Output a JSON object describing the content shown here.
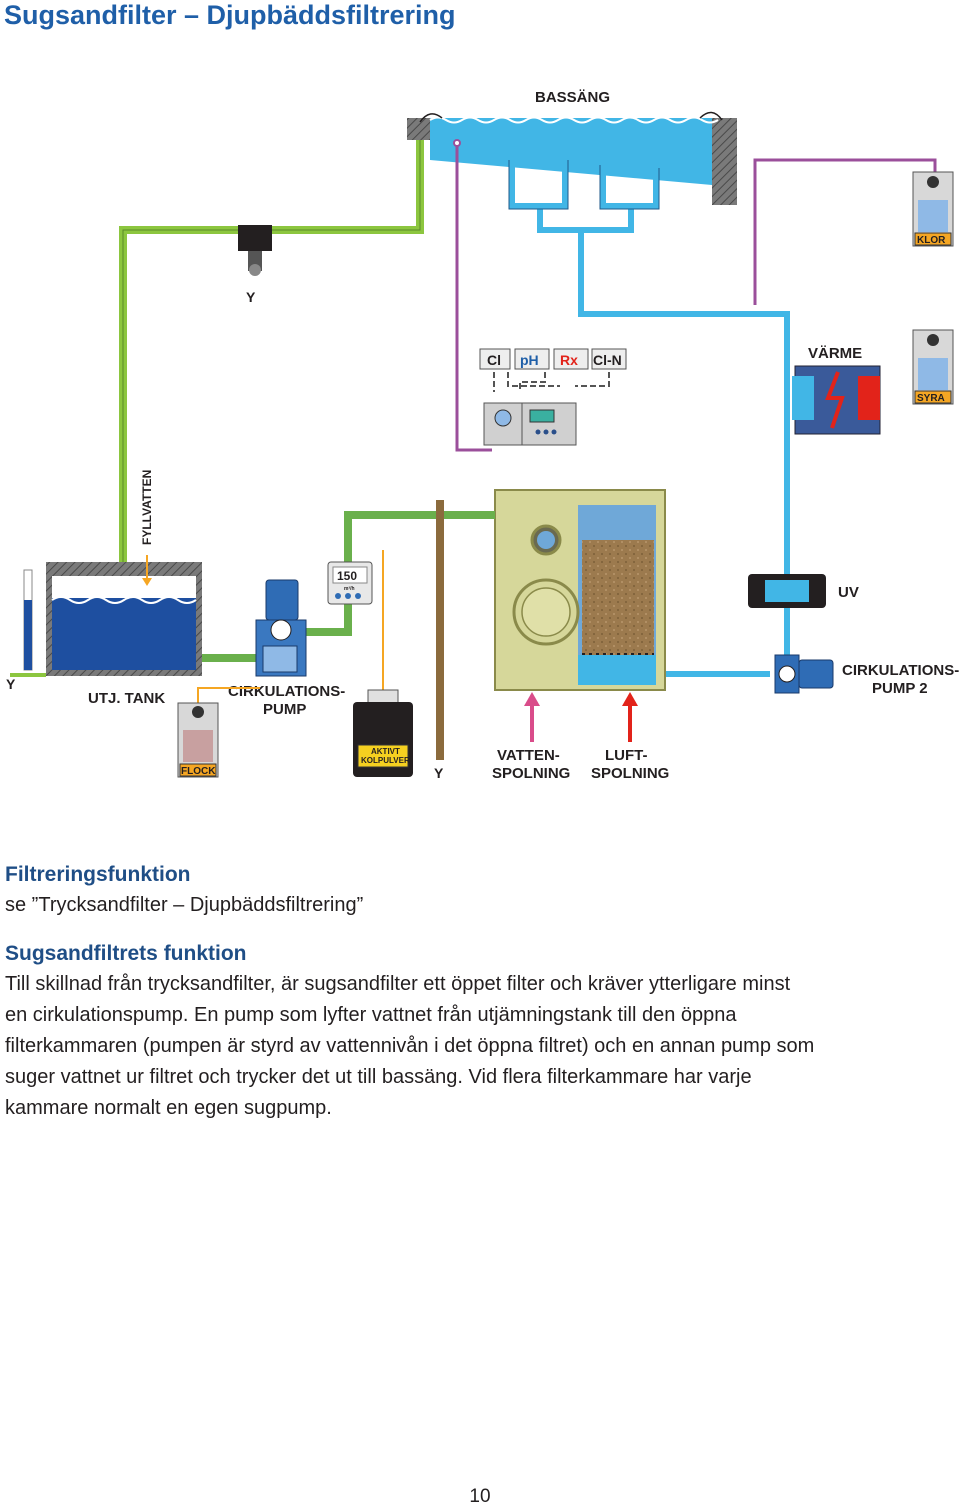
{
  "page": {
    "title": "Sugsandfilter – Djupbäddsfiltrering",
    "number": "10"
  },
  "diagram": {
    "labels": {
      "bassang": "BASSÄNG",
      "klor": "KLOR",
      "syra": "SYRA",
      "varme": "VÄRME",
      "uv": "UV",
      "cirk_pump2_l1": "CIRKULATIONS-",
      "cirk_pump2_l2": "PUMP 2",
      "fyllvatten": "FYLLVATTEN",
      "utj_tank": "UTJ. TANK",
      "cirk_pump_l1": "CIRKULATIONS-",
      "cirk_pump_l2": "PUMP",
      "flock": "FLOCK",
      "kolpulver_l1": "AKTIVT",
      "kolpulver_l2": "KOLPULVER",
      "vatten_l1": "VATTEN-",
      "vatten_l2": "SPOLNING",
      "luft_l1": "LUFT-",
      "luft_l2": "SPOLNING",
      "flow_value": "150",
      "flow_unit": "m³/h"
    },
    "sensors": [
      "Cl",
      "pH",
      "Rx",
      "Cl-N"
    ],
    "colors": {
      "pool_water": "#41b6e6",
      "green_pipe": "#8cc63f",
      "purple_pipe": "#9b4f9b",
      "brown_pipe": "#8b6b3d",
      "filter_body": "#d6d79a",
      "tank_water": "#1e4fa0",
      "heading": "#1f4e86"
    }
  },
  "sections": [
    {
      "heading": "Filtreringsfunktion",
      "lines": [
        "se ”Trycksandfilter – Djupbäddsfiltrering”"
      ]
    },
    {
      "heading": "Sugsandfiltrets funktion",
      "lines": [
        "Till skillnad från trycksandfilter, är sugsandfilter ett öppet filter och kräver ytterligare minst",
        "en cirkulationspump. En pump som lyfter vattnet från utjämningstank till den öppna",
        "filterkammaren  (pumpen är styrd av vattennivån i det öppna filtret) och en annan pump som",
        "suger vattnet ur filtret och trycker det ut till bassäng. Vid flera filterkammare har varje",
        "kammare normalt en egen sugpump."
      ]
    }
  ]
}
